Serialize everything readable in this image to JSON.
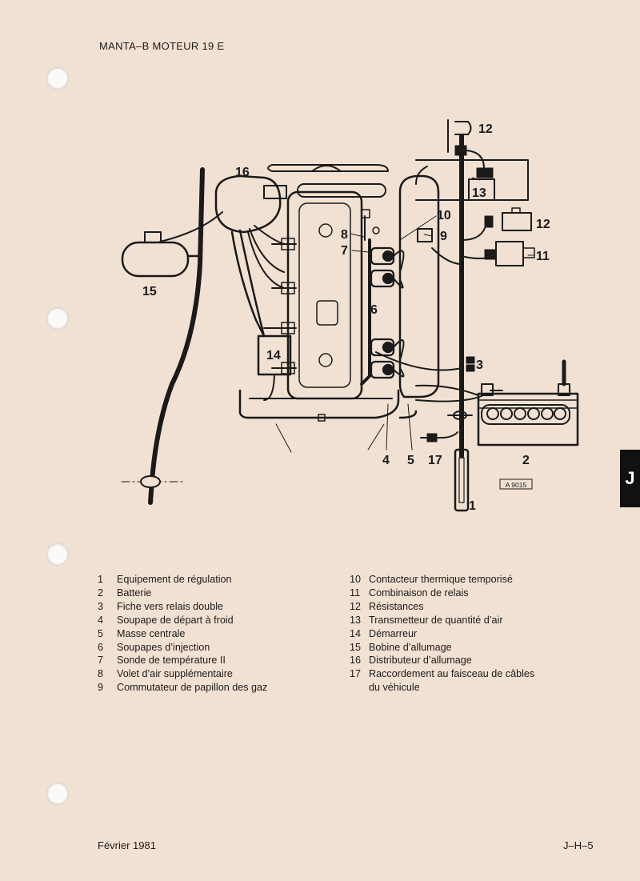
{
  "header": {
    "title": "MANTA–B MOTEUR 19 E"
  },
  "tab": {
    "letter": "J"
  },
  "diagram": {
    "code": "A 9015",
    "callouts": [
      "1",
      "2",
      "3",
      "4",
      "5",
      "6",
      "7",
      "8",
      "9",
      "10",
      "11",
      "12",
      "13",
      "14",
      "15",
      "16",
      "17"
    ]
  },
  "legend_left": [
    {
      "num": "1",
      "label": "Equipement de régulation"
    },
    {
      "num": "2",
      "label": "Batterie"
    },
    {
      "num": "3",
      "label": "Fiche vers relais double"
    },
    {
      "num": "4",
      "label": "Soupape de départ à froid"
    },
    {
      "num": "5",
      "label": "Masse centrale"
    },
    {
      "num": "6",
      "label": "Soupapes d’injection"
    },
    {
      "num": "7",
      "label": "Sonde de température II"
    },
    {
      "num": "8",
      "label": "Volet d’air supplémentaire"
    },
    {
      "num": "9",
      "label": "Commutateur de papillon des gaz"
    }
  ],
  "legend_right": [
    {
      "num": "10",
      "label": "Contacteur thermique temporisé"
    },
    {
      "num": "11",
      "label": "Combinaison de relais"
    },
    {
      "num": "12",
      "label": "Résistances"
    },
    {
      "num": "13",
      "label": "Transmetteur de quantité d’air"
    },
    {
      "num": "14",
      "label": "Démarreur"
    },
    {
      "num": "15",
      "label": "Bobine d’allumage"
    },
    {
      "num": "16",
      "label": "Distributeur d’allumage"
    },
    {
      "num": "17",
      "label": "Raccordement au faisceau de câbles"
    },
    {
      "num": "",
      "label": "du véhicule"
    }
  ],
  "footer": {
    "date": "Février 1981",
    "page_ref": "J–H–5"
  }
}
